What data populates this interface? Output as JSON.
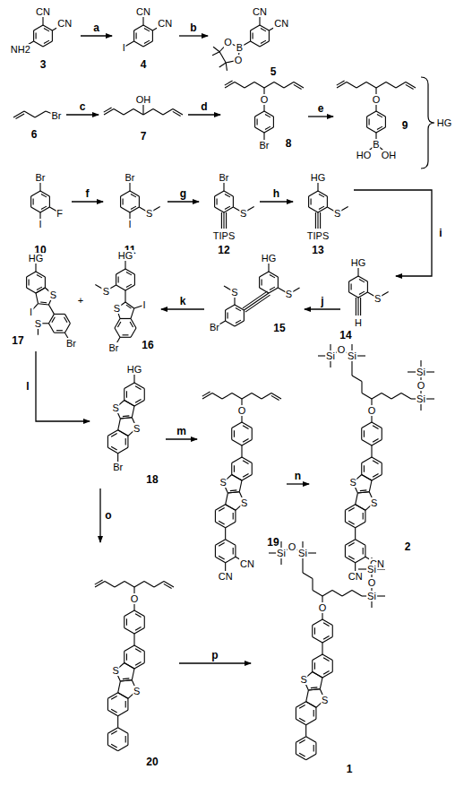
{
  "diagram": {
    "nodes": [
      {
        "text": [
          "3"
        ]
      },
      {
        "text": [
          "4"
        ]
      },
      {
        "text": [
          "5"
        ]
      },
      {
        "text": [
          "6"
        ]
      },
      {
        "text": [
          "7"
        ]
      },
      {
        "text": [
          "8"
        ]
      },
      {
        "text": [
          "9"
        ]
      },
      {
        "text": [
          "10"
        ]
      },
      {
        "text": [
          "11"
        ]
      },
      {
        "text": [
          "12"
        ]
      },
      {
        "text": [
          "13"
        ]
      },
      {
        "text": [
          "17"
        ]
      },
      {
        "text": [
          "16"
        ]
      },
      {
        "text": [
          "15"
        ]
      },
      {
        "text": [
          "14"
        ]
      },
      {
        "text": [
          "18"
        ]
      },
      {
        "text": [
          "19"
        ]
      },
      {
        "text": [
          "2"
        ]
      },
      {
        "text": [
          "20"
        ]
      },
      {
        "text": [
          "1"
        ]
      }
    ],
    "edges": [
      {
        "from": 0,
        "to": 1,
        "label": "a",
        "arrow": "to"
      },
      {
        "from": 1,
        "to": 2,
        "label": "b",
        "arrow": "to"
      },
      {
        "from": 3,
        "to": 4,
        "label": "c",
        "arrow": "to"
      },
      {
        "from": 4,
        "to": 5,
        "label": "d",
        "arrow": "to"
      },
      {
        "from": 5,
        "to": 6,
        "label": "e",
        "arrow": "to"
      },
      {
        "from": 7,
        "to": 8,
        "label": "f",
        "arrow": "to"
      },
      {
        "from": 8,
        "to": 9,
        "label": "g",
        "arrow": "to"
      },
      {
        "from": 9,
        "to": 10,
        "label": "h",
        "arrow": "to"
      },
      {
        "from": 10,
        "to": 14,
        "label": "i",
        "arrow": "to"
      },
      {
        "from": 14,
        "to": 13,
        "label": "j",
        "arrow": "to"
      },
      {
        "from": 13,
        "to": 12,
        "label": "k",
        "arrow": "to"
      },
      {
        "from": 11,
        "to": 15,
        "label": "l",
        "arrow": "to"
      },
      {
        "from": 15,
        "to": 16,
        "label": "m",
        "arrow": "to"
      },
      {
        "from": 16,
        "to": 17,
        "label": "n",
        "arrow": "to"
      },
      {
        "from": 15,
        "to": 18,
        "label": "o",
        "arrow": "to"
      },
      {
        "from": 18,
        "to": 19,
        "label": "p",
        "arrow": "to"
      }
    ],
    "labels": [
      "CN",
      "CN",
      "NH2",
      "CN",
      "CN",
      "I",
      "CN",
      "CN",
      "B",
      "O",
      "O",
      "Br",
      "OH",
      "O",
      "Br",
      "O",
      "B",
      "HO",
      "OH",
      "HG",
      "Br",
      "I",
      "F",
      "Br",
      "I",
      "S",
      "Br",
      "S",
      "TIPS",
      "HG",
      "S",
      "TIPS",
      "HG",
      "I",
      "S",
      "S",
      "Br",
      "+",
      "HG",
      "S",
      "S",
      "I",
      "Br",
      "HG",
      "S",
      "S",
      "Br",
      "HG",
      "S",
      "H",
      "HG",
      "S",
      "S",
      "Br",
      "O",
      "S",
      "S",
      "CN",
      "CN",
      "Si",
      "O",
      "Si",
      "Si",
      "O",
      "Si",
      "O",
      "S",
      "S",
      "CN",
      "CN",
      "O",
      "S",
      "S",
      "Si",
      "O",
      "Si",
      "Si",
      "O",
      "Si",
      "O",
      "S",
      "S"
    ]
  }
}
